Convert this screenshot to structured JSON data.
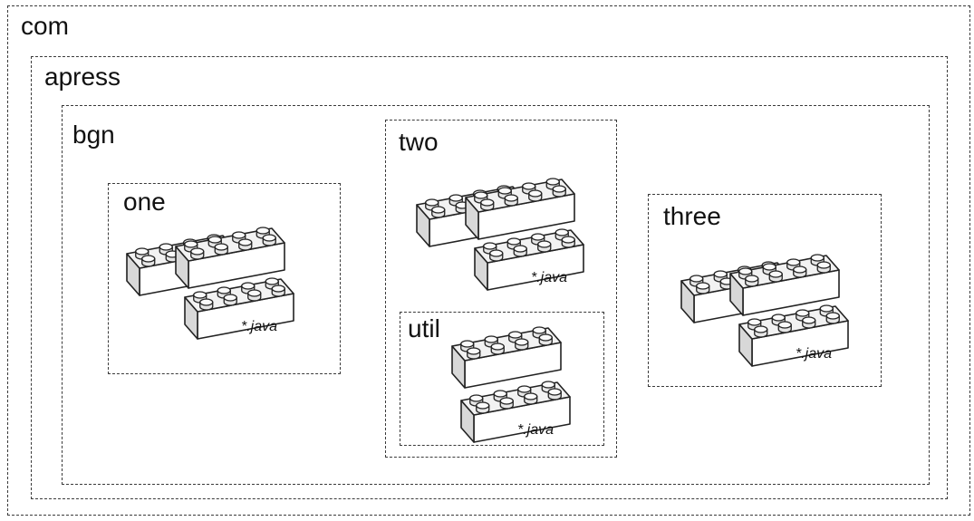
{
  "packages": {
    "com": "com",
    "apress": "apress",
    "bgn": "bgn",
    "one": "one",
    "two": "two",
    "util": "util",
    "three": "three"
  },
  "brick_label": "*.java",
  "colors": {
    "border": "#3a3a3a",
    "brick_top": "#f2f2f2",
    "brick_front": "#ffffff",
    "brick_side": "#d8d8d8",
    "stroke": "#222222"
  }
}
